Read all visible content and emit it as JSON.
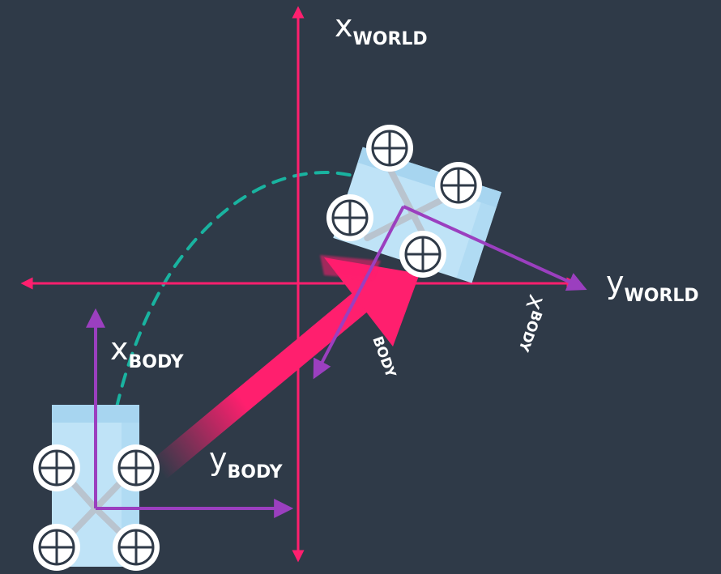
{
  "labels": {
    "x_world": {
      "main": "x",
      "sub": "WORLD"
    },
    "y_world": {
      "main": "y",
      "sub": "WORLD"
    },
    "x_body_start": {
      "main": "x",
      "sub": "BODY"
    },
    "y_body_start": {
      "main": "y",
      "sub": "BODY"
    },
    "x_body_end": {
      "main": "x",
      "sub": "BODY"
    },
    "y_body_end": {
      "sub": "BODY"
    }
  },
  "colors": {
    "background": "#2f3a48",
    "world_axes": "#ff1f6e",
    "body_axes": "#9b3fbf",
    "displacement_arrow": "#ff1f6e",
    "rotation_arc": "#19b3a0",
    "drone_body": "#bfe3f7",
    "rotor": "#ffffff"
  },
  "icons": {
    "drone_start": "quadcopter-icon",
    "drone_end": "quadcopter-icon"
  }
}
